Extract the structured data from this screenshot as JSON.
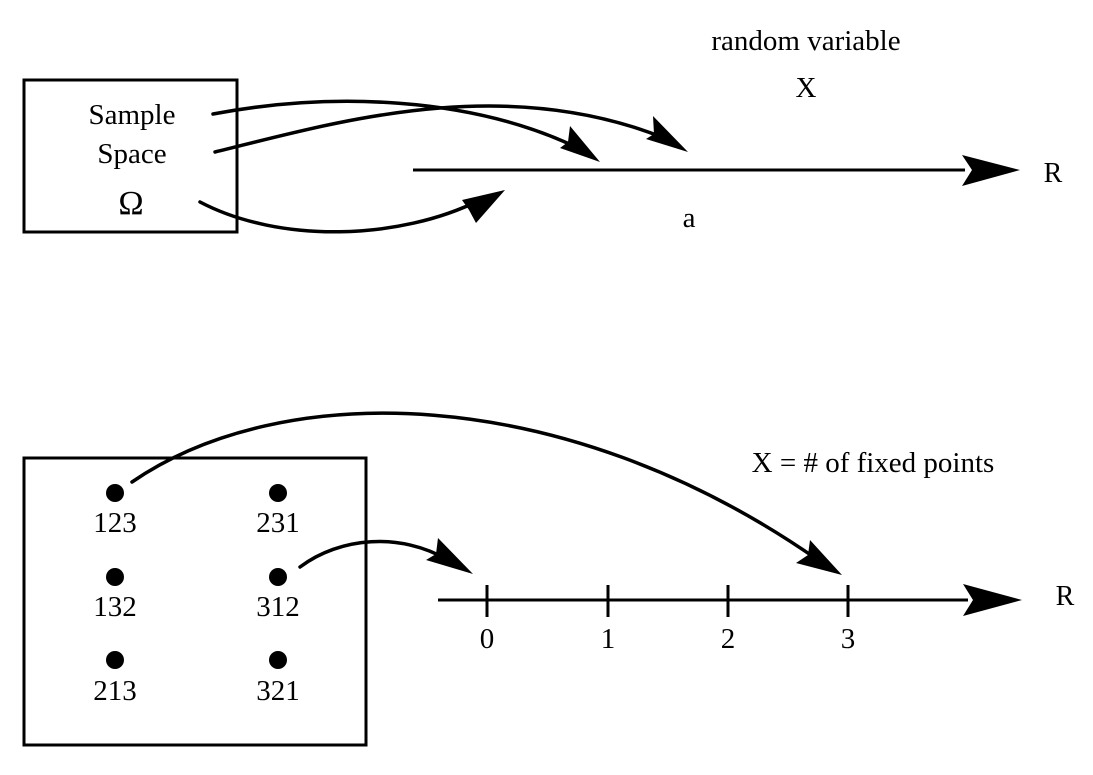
{
  "top": {
    "title": "random variable",
    "variable": "X",
    "sample_space_line1": "Sample",
    "sample_space_line2": "Space",
    "omega": "Ω",
    "point_label": "a",
    "axis_label": "R"
  },
  "bottom": {
    "caption": "X = # of fixed points",
    "axis_label": "R",
    "outcomes": [
      "123",
      "231",
      "132",
      "312",
      "213",
      "321"
    ],
    "ticks": [
      "0",
      "1",
      "2",
      "3"
    ]
  },
  "colors": {
    "ink": "#000000",
    "background": "#ffffff"
  }
}
